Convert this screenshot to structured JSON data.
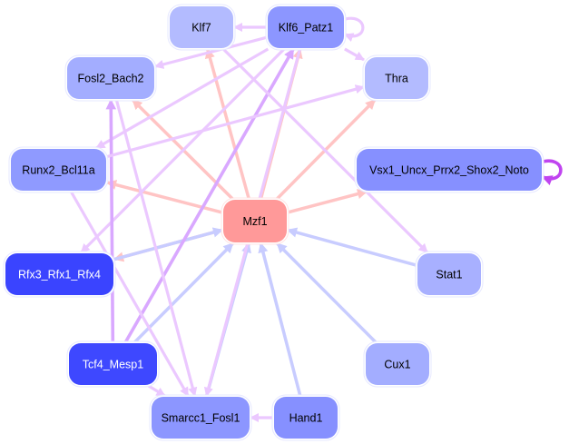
{
  "graph": {
    "center_node": "Mzf1",
    "nodes": [
      {
        "id": "Mzf1",
        "label": "Mzf1",
        "fill": "#ff9999",
        "text_color": "#000000"
      },
      {
        "id": "Klf7",
        "label": "Klf7",
        "fill": "#b3bbff",
        "text_color": "#000000"
      },
      {
        "id": "Klf6_Patz1",
        "label": "Klf6_Patz1",
        "fill": "#8c96ff",
        "text_color": "#000000"
      },
      {
        "id": "Fosl2_Bach2",
        "label": "Fosl2_Bach2",
        "fill": "#a3adff",
        "text_color": "#000000"
      },
      {
        "id": "Thra",
        "label": "Thra",
        "fill": "#b3bbff",
        "text_color": "#000000"
      },
      {
        "id": "Runx2_Bcl11a",
        "label": "Runx2_Bcl11a",
        "fill": "#8f9aff",
        "text_color": "#000000"
      },
      {
        "id": "Vsx1_Uncx_Prrx2_Shox2_Noto",
        "label": "Vsx1_Uncx_Prrx2_Shox2_Noto",
        "fill": "#8690ff",
        "text_color": "#000000"
      },
      {
        "id": "Rfx3_Rfx1_Rfx4",
        "label": "Rfx3_Rfx1_Rfx4",
        "fill": "#3a44ff",
        "text_color": "#ffffff"
      },
      {
        "id": "Stat1",
        "label": "Stat1",
        "fill": "#a8b0ff",
        "text_color": "#000000"
      },
      {
        "id": "Tcf4_Mesp1",
        "label": "Tcf4_Mesp1",
        "fill": "#3e48ff",
        "text_color": "#ffffff"
      },
      {
        "id": "Cux1",
        "label": "Cux1",
        "fill": "#a3adff",
        "text_color": "#000000"
      },
      {
        "id": "Smarcc1_Fosl1",
        "label": "Smarcc1_Fosl1",
        "fill": "#8c96ff",
        "text_color": "#000000"
      },
      {
        "id": "Hand1",
        "label": "Hand1",
        "fill": "#8690ff",
        "text_color": "#000000"
      }
    ],
    "edge_colors": {
      "from_center": "#ffc4c4",
      "to_center": "#c8ccff",
      "other": "#ebc8ff",
      "strong": "#d9a8ff",
      "self_loop_strong": "#c044f0"
    },
    "edges": [
      {
        "source": "Mzf1",
        "target": "Klf7",
        "type": "from_center"
      },
      {
        "source": "Mzf1",
        "target": "Klf6_Patz1",
        "type": "from_center"
      },
      {
        "source": "Mzf1",
        "target": "Fosl2_Bach2",
        "type": "from_center"
      },
      {
        "source": "Mzf1",
        "target": "Thra",
        "type": "from_center"
      },
      {
        "source": "Mzf1",
        "target": "Runx2_Bcl11a",
        "type": "from_center"
      },
      {
        "source": "Mzf1",
        "target": "Vsx1_Uncx_Prrx2_Shox2_Noto",
        "type": "from_center"
      },
      {
        "source": "Mzf1",
        "target": "Rfx3_Rfx1_Rfx4",
        "type": "from_center"
      },
      {
        "source": "Rfx3_Rfx1_Rfx4",
        "target": "Mzf1",
        "type": "to_center"
      },
      {
        "source": "Stat1",
        "target": "Mzf1",
        "type": "to_center"
      },
      {
        "source": "Cux1",
        "target": "Mzf1",
        "type": "to_center"
      },
      {
        "source": "Hand1",
        "target": "Mzf1",
        "type": "to_center"
      },
      {
        "source": "Smarcc1_Fosl1",
        "target": "Mzf1",
        "type": "to_center"
      },
      {
        "source": "Tcf4_Mesp1",
        "target": "Mzf1",
        "type": "to_center"
      },
      {
        "source": "Klf6_Patz1",
        "target": "Klf7",
        "type": "other"
      },
      {
        "source": "Klf6_Patz1",
        "target": "Fosl2_Bach2",
        "type": "other"
      },
      {
        "source": "Klf6_Patz1",
        "target": "Thra",
        "type": "other"
      },
      {
        "source": "Klf6_Patz1",
        "target": "Runx2_Bcl11a",
        "type": "other"
      },
      {
        "source": "Klf6_Patz1",
        "target": "Rfx3_Rfx1_Rfx4",
        "type": "other"
      },
      {
        "source": "Klf6_Patz1",
        "target": "Smarcc1_Fosl1",
        "type": "other"
      },
      {
        "source": "Tcf4_Mesp1",
        "target": "Klf6_Patz1",
        "type": "strong"
      },
      {
        "source": "Tcf4_Mesp1",
        "target": "Fosl2_Bach2",
        "type": "strong"
      },
      {
        "source": "Runx2_Bcl11a",
        "target": "Thra",
        "type": "other"
      },
      {
        "source": "Runx2_Bcl11a",
        "target": "Smarcc1_Fosl1",
        "type": "other"
      },
      {
        "source": "Fosl2_Bach2",
        "target": "Smarcc1_Fosl1",
        "type": "other"
      },
      {
        "source": "Klf7",
        "target": "Stat1",
        "type": "other"
      },
      {
        "source": "Tcf4_Mesp1",
        "target": "Smarcc1_Fosl1",
        "type": "other"
      },
      {
        "source": "Hand1",
        "target": "Smarcc1_Fosl1",
        "type": "other"
      }
    ],
    "self_loops": [
      {
        "node": "Klf6_Patz1",
        "type": "other"
      },
      {
        "node": "Vsx1_Uncx_Prrx2_Shox2_Noto",
        "type": "self_loop_strong"
      }
    ]
  }
}
